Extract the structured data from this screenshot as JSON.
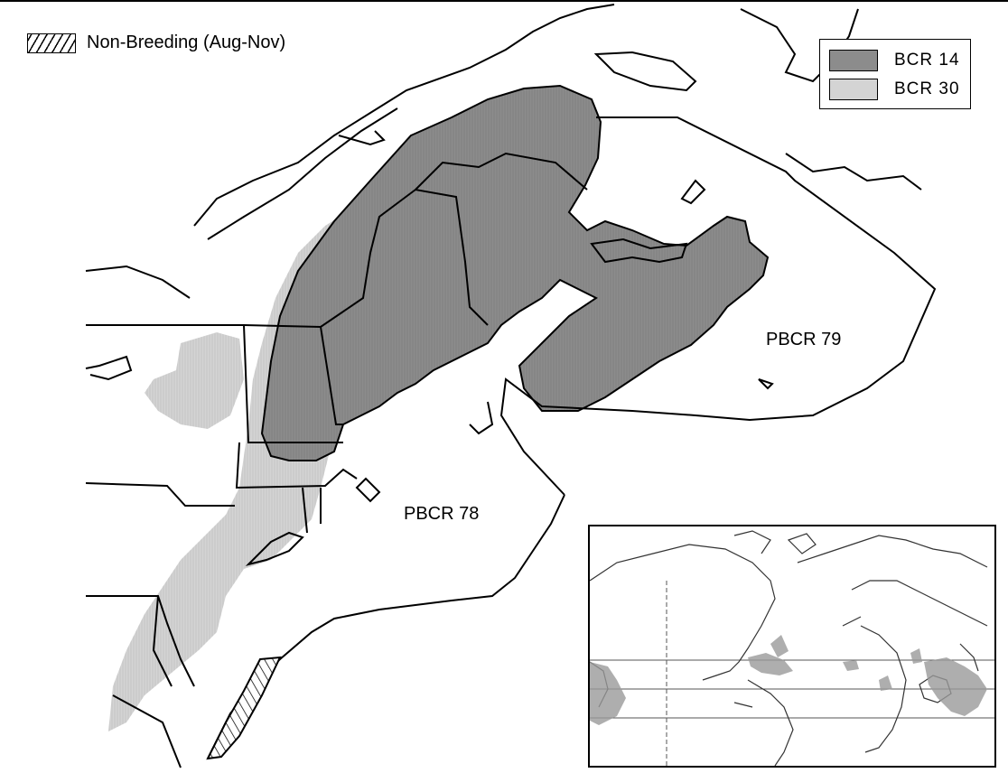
{
  "legend": {
    "items": [
      {
        "label": "BCR 14",
        "color": "#8c8c8c"
      },
      {
        "label": "BCR 30",
        "color": "#d4d4d4"
      }
    ]
  },
  "non_breeding_legend": {
    "label": "Non-Breeding (Aug-Nov)"
  },
  "map_labels": {
    "pbcr79": "PBCR 79",
    "pbcr78": "PBCR 78"
  },
  "colors": {
    "bcr14": "#8c8c8c",
    "bcr30": "#d4d4d4",
    "outline": "#000000",
    "inset_range": "#9a9a9a"
  }
}
